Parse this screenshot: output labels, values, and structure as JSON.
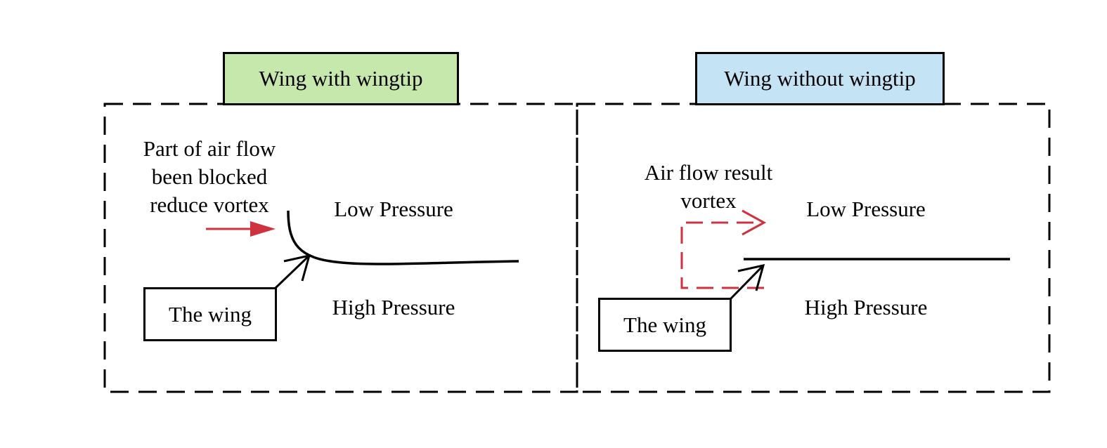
{
  "colors": {
    "left_title_fill": "#c6e8ad",
    "right_title_fill": "#c4e4f5",
    "airflow_arrow": "#d0313f",
    "line": "#000000"
  },
  "left_panel": {
    "title": "Wing with wingtip",
    "airflow_note": [
      "Part of air flow",
      "been blocked",
      "reduce vortex"
    ],
    "low_pressure": "Low Pressure",
    "high_pressure": "High Pressure",
    "wing_label": "The wing"
  },
  "right_panel": {
    "title": "Wing without wingtip",
    "airflow_note": [
      "Air flow result",
      "vortex"
    ],
    "low_pressure": "Low Pressure",
    "high_pressure": "High Pressure",
    "wing_label": "The wing"
  }
}
